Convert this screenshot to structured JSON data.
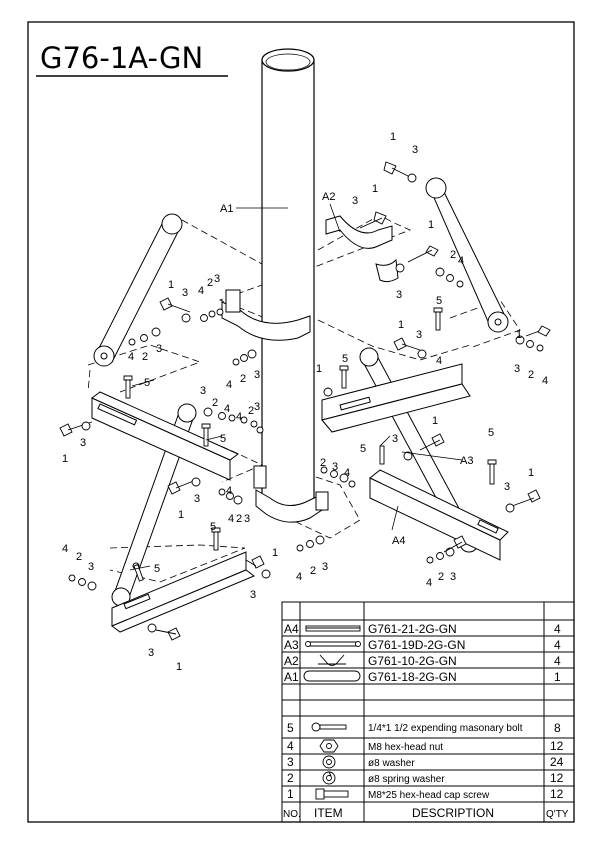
{
  "title": "G76-1A-GN",
  "assembly_labels": {
    "a1": "A1",
    "a2": "A2",
    "a3": "A3",
    "a4": "A4"
  },
  "callout_numbers": {
    "n1": "1",
    "n2": "2",
    "n3": "3",
    "n4": "4",
    "n5": "5"
  },
  "parts_table": {
    "assemblies": [
      {
        "no": "A4",
        "description": "G761-21-2G-GN",
        "qty": "4"
      },
      {
        "no": "A3",
        "description": "G761-19D-2G-GN",
        "qty": "4"
      },
      {
        "no": "A2",
        "description": "G761-10-2G-GN",
        "qty": "4"
      },
      {
        "no": "A1",
        "description": "G761-18-2G-GN",
        "qty": "1"
      }
    ],
    "hardware": [
      {
        "no": "5",
        "description": "1/4*1 1/2 expending masonary bolt",
        "qty": "8"
      },
      {
        "no": "4",
        "description": "M8 hex-head nut",
        "qty": "12"
      },
      {
        "no": "3",
        "description": "ø8 washer",
        "qty": "24"
      },
      {
        "no": "2",
        "description": "ø8 spring washer",
        "qty": "12"
      },
      {
        "no": "1",
        "description": "M8*25 hex-head cap screw",
        "qty": "12"
      }
    ],
    "headers": {
      "no": "NO.",
      "item": "ITEM",
      "description": "DESCRIPTION",
      "qty": "Q'TY"
    }
  }
}
